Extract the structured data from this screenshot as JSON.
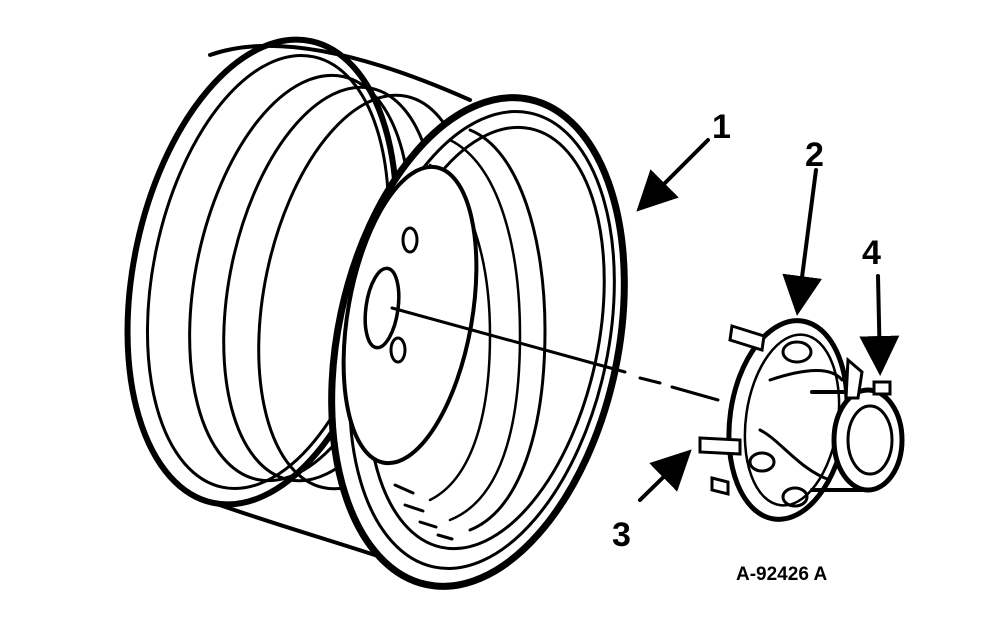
{
  "diagram": {
    "callouts": [
      {
        "id": "1",
        "label": "1",
        "part": "wheel-rim"
      },
      {
        "id": "2",
        "label": "2",
        "part": "hub"
      },
      {
        "id": "3",
        "label": "3",
        "part": "wheel-bolt"
      },
      {
        "id": "4",
        "label": "4",
        "part": "grease-fitting"
      }
    ],
    "figure_code": "A-92426 A",
    "colors": {
      "ink": "#000000",
      "paper": "#ffffff"
    }
  }
}
